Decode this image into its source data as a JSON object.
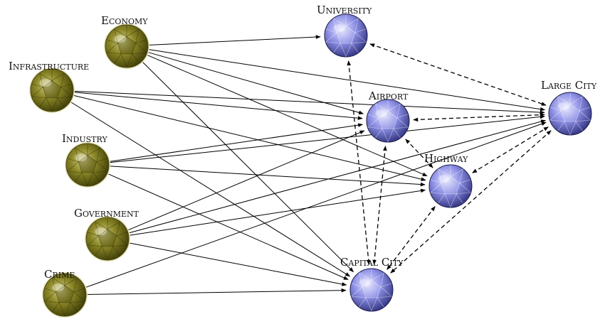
{
  "colors": {
    "source_node": "#7d7a1e",
    "target_node": "#8e90e6",
    "edge": "#000000"
  },
  "nodes": [
    {
      "id": "economy",
      "label": "Economy",
      "group": "source"
    },
    {
      "id": "infrastructure",
      "label": "Infrastructure",
      "group": "source"
    },
    {
      "id": "industry",
      "label": "Industry",
      "group": "source"
    },
    {
      "id": "government",
      "label": "Government",
      "group": "source"
    },
    {
      "id": "crime",
      "label": "Crime",
      "group": "source"
    },
    {
      "id": "university",
      "label": "University",
      "group": "target"
    },
    {
      "id": "airport",
      "label": "Airport",
      "group": "target"
    },
    {
      "id": "highway",
      "label": "Highway",
      "group": "target"
    },
    {
      "id": "large_city",
      "label": "Large City",
      "group": "target"
    },
    {
      "id": "capital_city",
      "label": "Capital City",
      "group": "target"
    }
  ],
  "directed_edges": [
    [
      "economy",
      "university"
    ],
    [
      "economy",
      "large_city"
    ],
    [
      "economy",
      "airport"
    ],
    [
      "economy",
      "highway"
    ],
    [
      "economy",
      "capital_city"
    ],
    [
      "infrastructure",
      "large_city"
    ],
    [
      "infrastructure",
      "airport"
    ],
    [
      "infrastructure",
      "highway"
    ],
    [
      "infrastructure",
      "capital_city"
    ],
    [
      "industry",
      "airport"
    ],
    [
      "industry",
      "large_city"
    ],
    [
      "industry",
      "highway"
    ],
    [
      "industry",
      "capital_city"
    ],
    [
      "government",
      "airport"
    ],
    [
      "government",
      "large_city"
    ],
    [
      "government",
      "highway"
    ],
    [
      "government",
      "capital_city"
    ],
    [
      "crime",
      "large_city"
    ],
    [
      "crime",
      "capital_city"
    ]
  ],
  "bidirectional_edges": [
    [
      "university",
      "large_city"
    ],
    [
      "university",
      "capital_city"
    ],
    [
      "airport",
      "large_city"
    ],
    [
      "airport",
      "highway"
    ],
    [
      "airport",
      "capital_city"
    ],
    [
      "highway",
      "large_city"
    ],
    [
      "highway",
      "capital_city"
    ],
    [
      "large_city",
      "capital_city"
    ]
  ]
}
